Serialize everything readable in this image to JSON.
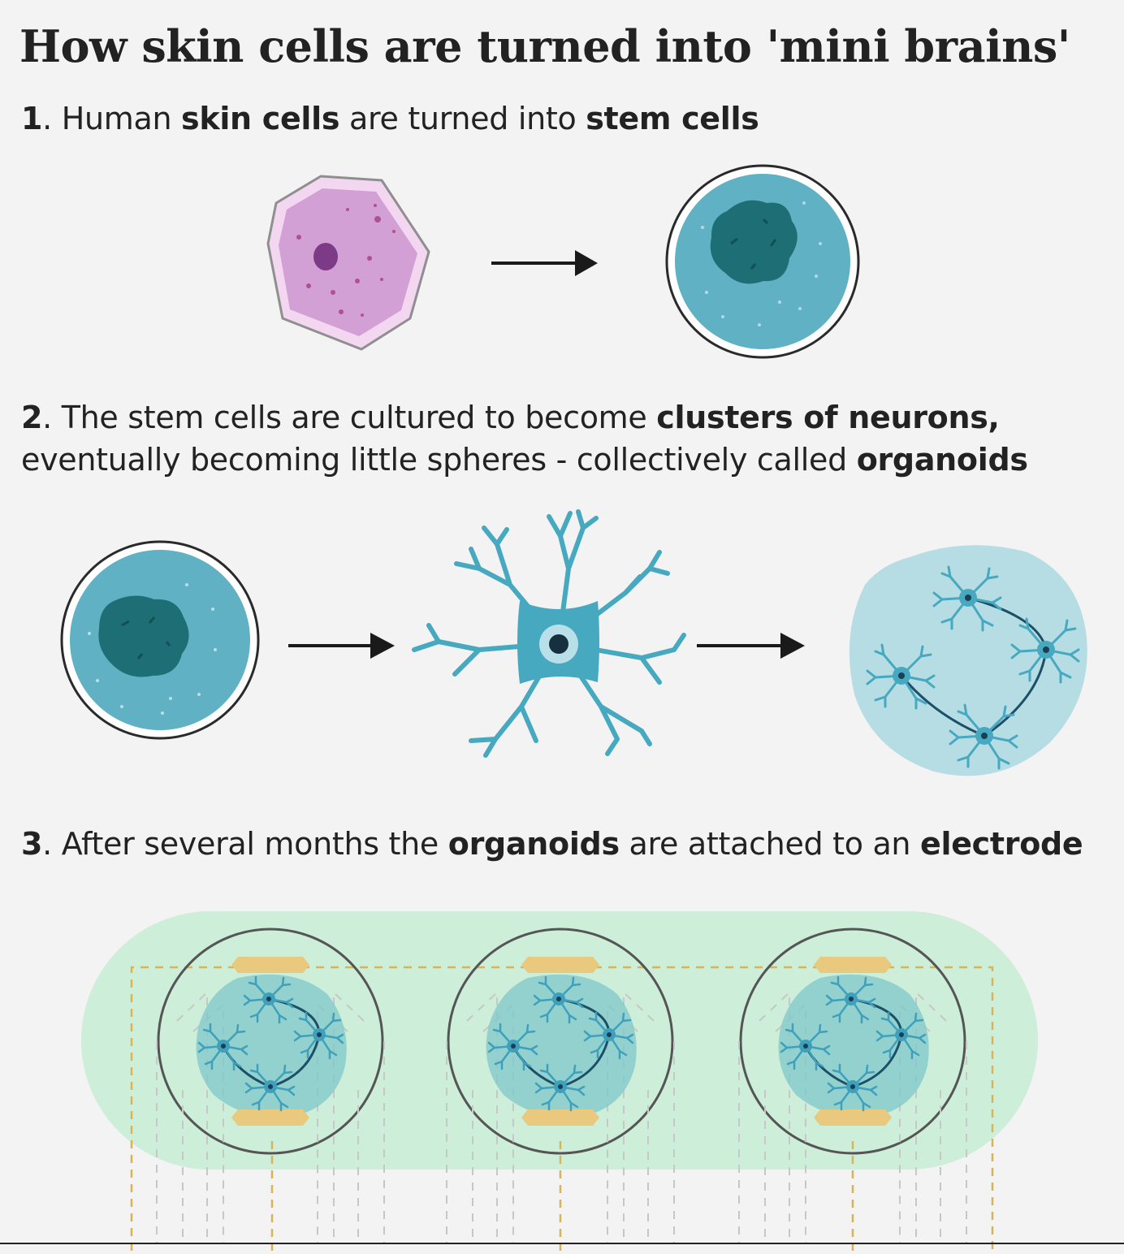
{
  "title": "How skin cells are turned into 'mini brains'",
  "steps": [
    {
      "number": "1",
      "parts": [
        {
          "text": ". Human ",
          "bold": false
        },
        {
          "text": "skin cells",
          "bold": true
        },
        {
          "text": " are turned into ",
          "bold": false
        },
        {
          "text": "stem cells",
          "bold": true
        }
      ]
    },
    {
      "number": "2",
      "parts": [
        {
          "text": ". The stem cells are cultured to become ",
          "bold": false
        },
        {
          "text": "clusters of neurons,",
          "bold": true
        },
        {
          "text": "\neventually becoming little spheres - collectively called ",
          "bold": false
        },
        {
          "text": "organoids",
          "bold": true
        }
      ]
    },
    {
      "number": "3",
      "parts": [
        {
          "text": ". After several months the ",
          "bold": false
        },
        {
          "text": "organoids",
          "bold": true
        },
        {
          "text": " are attached to an ",
          "bold": false
        },
        {
          "text": "electrode",
          "bold": true
        }
      ]
    }
  ],
  "colors": {
    "skin_cell_fill": "#d3a0d6",
    "skin_cell_border": "#f3d6ef",
    "skin_cell_nucleus": "#7d3a86",
    "stem_cell_fill": "#5fb1c3",
    "stem_cell_nucleus": "#1d6e75",
    "neuron": "#46a9bf",
    "organoid_halo": "#b6dde4",
    "electrode_bed": "#cdeed8",
    "electrode_pad": "#e8c97e",
    "dashed_gold": "#d9b356",
    "dashed_grey": "#c7c7c7",
    "arrow": "#1a1a1a"
  },
  "icons": [
    "skin-cell-icon",
    "stem-cell-icon",
    "neuron-icon",
    "organoid-icon",
    "electrode-icon",
    "arrow-right-icon"
  ]
}
